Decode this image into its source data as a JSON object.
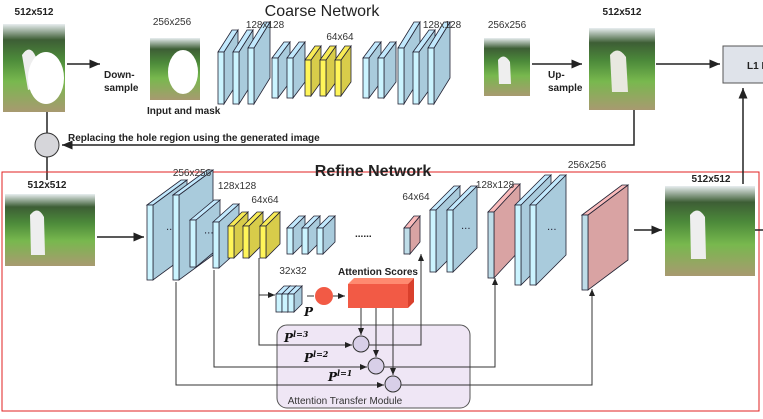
{
  "coarse": {
    "title": "Coarse Network",
    "input_size": "512x512",
    "downsample_label_1": "Down-",
    "downsample_label_2": "sample",
    "input_and_mask_size": "256x256",
    "input_and_mask_label": "Input and mask",
    "size_128_left": "128x128",
    "size_64": "64x64",
    "size_128_right": "128x128",
    "output_size": "256x256",
    "upsample_label_1": "Up-",
    "upsample_label_2": "sample",
    "upsampled_size": "512x512",
    "loss_label": "L1 L",
    "replace_label": "Replacing the hole region using the generated image"
  },
  "refine": {
    "title": "Refine Network",
    "input_size": "512x512",
    "size_256_left": "256x256",
    "size_128_left": "128x128",
    "size_64_left": "64x64",
    "ellipsis": "......",
    "size_64_right": "64x64",
    "size_128_right": "128x128",
    "size_256_right": "256x256",
    "size_32": "32x32",
    "p_label": "P",
    "attention_scores": "Attention Scores",
    "p_l3": "P",
    "p_l3_sup": "l=3",
    "p_l2": "P",
    "p_l2_sup": "l=2",
    "p_l1": "P",
    "p_l1_sup": "l=1",
    "atm_label": "Attention Transfer Module",
    "output_size": "512x512"
  },
  "colors": {
    "blue_block": "#a9cbdc",
    "yellow_block": "#d8cc4a",
    "pink_block": "#d9a3a3",
    "attention": "#f25a45",
    "atm_bg": "#efe6f5",
    "highlight_rect": "#e02020"
  }
}
